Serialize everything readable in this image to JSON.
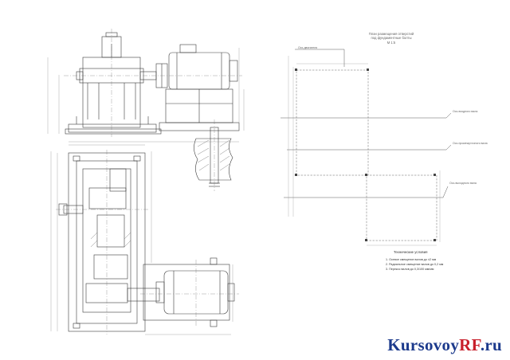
{
  "drawing": {
    "title_lines": [
      "План размещения отверстий",
      "под фундаментные болты",
      "М 1:5"
    ],
    "leaders": {
      "motor": "Ось двигателя",
      "input_shaft": "Ось входного вала",
      "intermediate_shaft": "Ось промежуточного вала",
      "output_shaft": "Ось выходного вала"
    },
    "tech_conditions": {
      "heading": "Технические условия",
      "items": [
        "1. Осевое смещение валов до ±2 мм",
        "2. Радиальное смещение валов до 0,2 мм",
        "3. Перекос валов до 0,3/100 мм/мм"
      ]
    },
    "line_color": "#3a3a3a",
    "dim_color": "#8a8a8a"
  },
  "watermark": {
    "part1": "Kursovoy",
    "part2": "RF",
    "part3": ".ru",
    "color1": "#1c3a8c",
    "color2": "#c8202c"
  }
}
